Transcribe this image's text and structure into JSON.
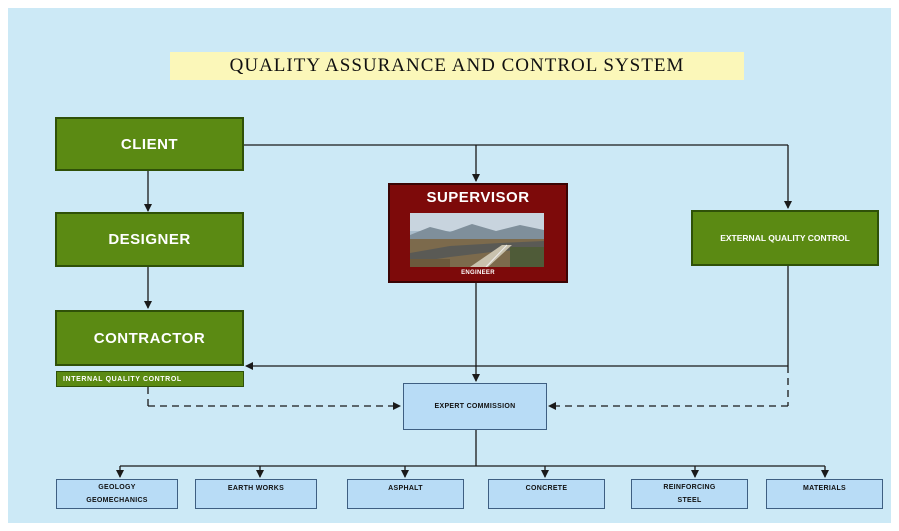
{
  "title": "QUALITY ASSURANCE AND CONTROL SYSTEM",
  "nodes": {
    "client": "CLIENT",
    "designer": "DESIGNER",
    "contractor": "CONTRACTOR",
    "internal_qc": "INTERNAL QUALITY CONTROL",
    "supervisor": "SUPERVISOR",
    "engineer": "ENGINEER",
    "external_qc": "EXTERNAL QUALITY CONTROL",
    "expert_commission": "EXPERT COMMISSION"
  },
  "disciplines": [
    {
      "line1": "GEOLOGY",
      "line2": "GEOMECHANICS"
    },
    {
      "line1": "EARTH WORKS",
      "line2": ""
    },
    {
      "line1": "ASPHALT",
      "line2": ""
    },
    {
      "line1": "CONCRETE",
      "line2": ""
    },
    {
      "line1": "REINFORCING",
      "line2": "STEEL"
    },
    {
      "line1": "MATERIALS",
      "line2": ""
    }
  ],
  "colors": {
    "background": "#cce9f6",
    "title_bg": "#fbf7b9",
    "green_box": "#5b8a13",
    "supervisor_box": "#7d0a0a",
    "blue_box": "#b8dcf6",
    "lines": "#1a1a1a"
  }
}
